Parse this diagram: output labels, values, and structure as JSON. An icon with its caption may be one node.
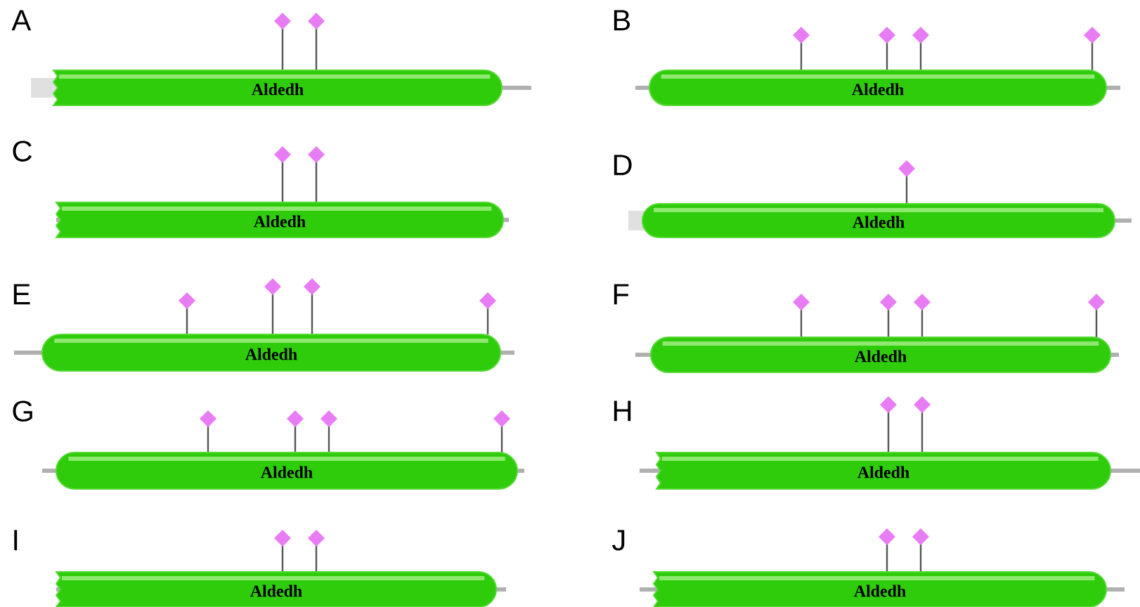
{
  "diagram": {
    "nodes": [
      {
        "text": [
          "Aldedh"
        ],
        "beside": [
          "A"
        ]
      },
      {
        "text": [
          "Aldedh"
        ],
        "beside": [
          "B"
        ]
      },
      {
        "text": [
          "Aldedh"
        ],
        "beside": [
          "C"
        ]
      },
      {
        "text": [
          "Aldedh"
        ],
        "beside": [
          "D"
        ]
      },
      {
        "text": [
          "Aldedh"
        ],
        "beside": [
          "E"
        ]
      },
      {
        "text": [
          "Aldedh"
        ],
        "beside": [
          "F"
        ]
      },
      {
        "text": [
          "Aldedh"
        ],
        "beside": [
          "G"
        ]
      },
      {
        "text": [
          "Aldedh"
        ],
        "beside": [
          "H"
        ]
      },
      {
        "text": [
          "Aldedh"
        ],
        "beside": [
          "I"
        ]
      },
      {
        "text": [
          "Aldedh"
        ],
        "beside": [
          "J"
        ]
      }
    ]
  }
}
